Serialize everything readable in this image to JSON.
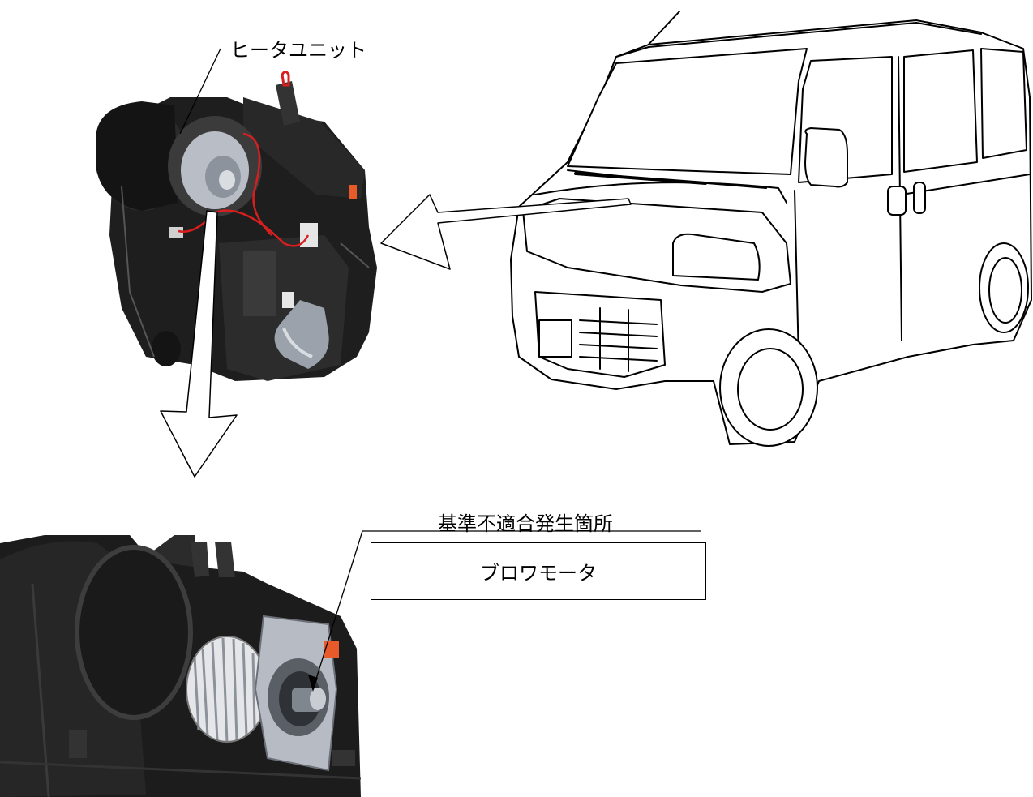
{
  "labels": {
    "heater_unit": "ヒータユニット",
    "defect_location_title": "基準不適合発生箇所",
    "defect_part": "ブロワモータ"
  },
  "colors": {
    "line": "#000000",
    "unit_body": "#1c1c1c",
    "unit_mid": "#333333",
    "metal": "#b9bec6",
    "wire": "#d81e1e",
    "van_fill": "#ffffff"
  }
}
